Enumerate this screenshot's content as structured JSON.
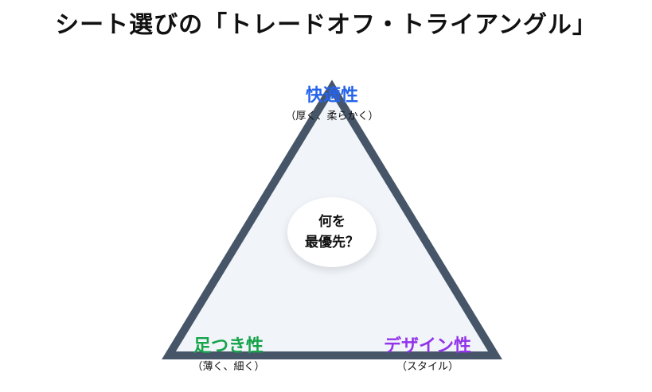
{
  "title": "シート選びの「トレードオフ・トライアングル」",
  "vertices": {
    "top": {
      "label": "快適性",
      "sub": "（厚く、柔らかく）",
      "color": "#2563eb"
    },
    "left": {
      "label": "足つき性",
      "sub": "（薄く、細く）",
      "color": "#16a34a"
    },
    "right": {
      "label": "デザイン性",
      "sub": "（スタイル）",
      "color": "#9333ea"
    }
  },
  "center": {
    "line1": "何を",
    "line2": "最優先？"
  },
  "colors": {
    "stroke": "#475569",
    "fill": "#f1f5f9"
  }
}
